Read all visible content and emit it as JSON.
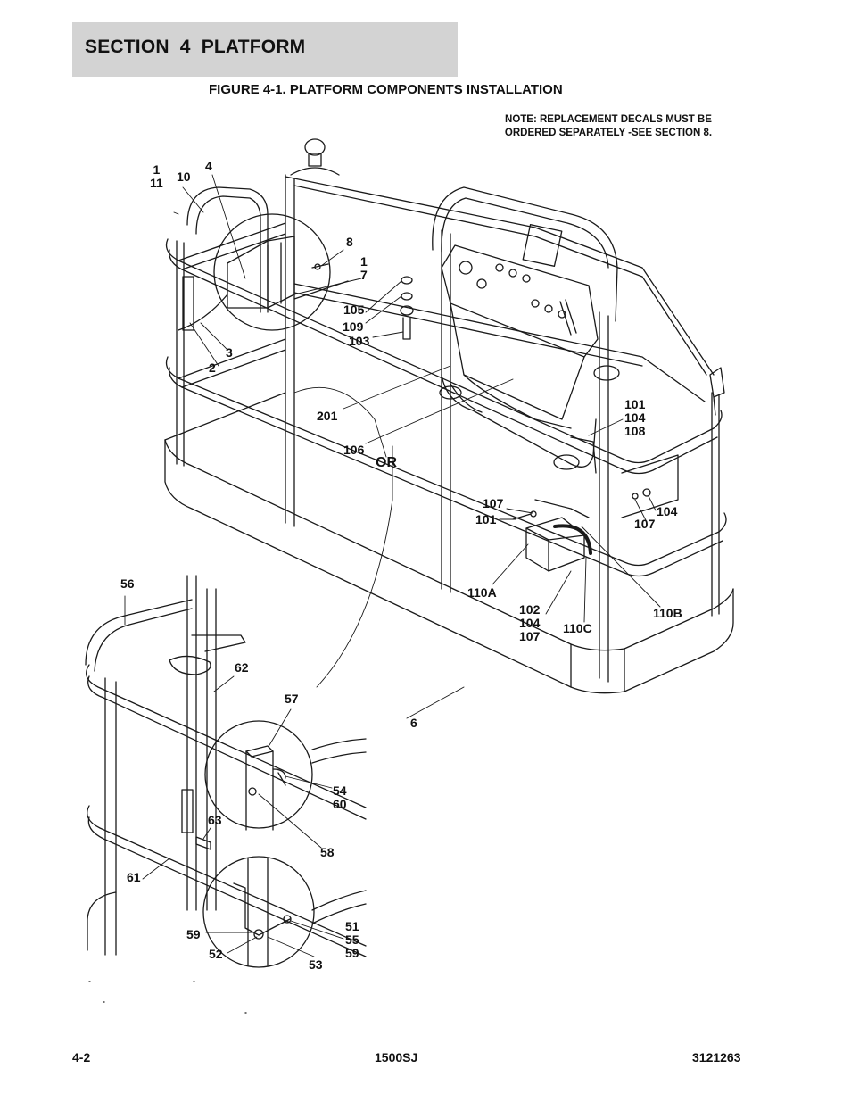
{
  "header": {
    "section_label": "SECTION 4   PLATFORM"
  },
  "figure": {
    "title": "FIGURE 4-1. PLATFORM COMPONENTS INSTALLATION",
    "note_line1": "NOTE:  REPLACEMENT DECALS MUST BE",
    "note_line2": "ORDERED SEPARATELY -SEE SECTION 8."
  },
  "callouts": [
    {
      "id": "c-1-11",
      "text": "1\n11"
    },
    {
      "id": "c-10",
      "text": "10"
    },
    {
      "id": "c-4",
      "text": "4"
    },
    {
      "id": "c-8",
      "text": "8"
    },
    {
      "id": "c-1-7",
      "text": "1\n7"
    },
    {
      "id": "c-105",
      "text": "105"
    },
    {
      "id": "c-109",
      "text": "109"
    },
    {
      "id": "c-103",
      "text": "103"
    },
    {
      "id": "c-3",
      "text": "3"
    },
    {
      "id": "c-2",
      "text": "2"
    },
    {
      "id": "c-201",
      "text": "201"
    },
    {
      "id": "c-106",
      "text": "106"
    },
    {
      "id": "c-or",
      "text": "OR"
    },
    {
      "id": "c-101-104-108",
      "text": "101\n104\n108"
    },
    {
      "id": "c-107a",
      "text": "107"
    },
    {
      "id": "c-101",
      "text": "101"
    },
    {
      "id": "c-104",
      "text": "104"
    },
    {
      "id": "c-107b",
      "text": "107"
    },
    {
      "id": "c-110a",
      "text": "110A"
    },
    {
      "id": "c-102-104-107",
      "text": "102\n104\n107"
    },
    {
      "id": "c-110c",
      "text": "110C"
    },
    {
      "id": "c-110b",
      "text": "110B"
    },
    {
      "id": "c-56",
      "text": "56"
    },
    {
      "id": "c-62",
      "text": "62"
    },
    {
      "id": "c-57",
      "text": "57"
    },
    {
      "id": "c-6",
      "text": "6"
    },
    {
      "id": "c-54-60",
      "text": "54\n60"
    },
    {
      "id": "c-58",
      "text": "58"
    },
    {
      "id": "c-63",
      "text": "63"
    },
    {
      "id": "c-61",
      "text": "61"
    },
    {
      "id": "c-51-55-59",
      "text": "51\n55\n59"
    },
    {
      "id": "c-59",
      "text": "59"
    },
    {
      "id": "c-52",
      "text": "52"
    },
    {
      "id": "c-53",
      "text": "53"
    }
  ],
  "footer": {
    "page": "4-2",
    "model": "1500SJ",
    "doc_number": "3121263"
  }
}
